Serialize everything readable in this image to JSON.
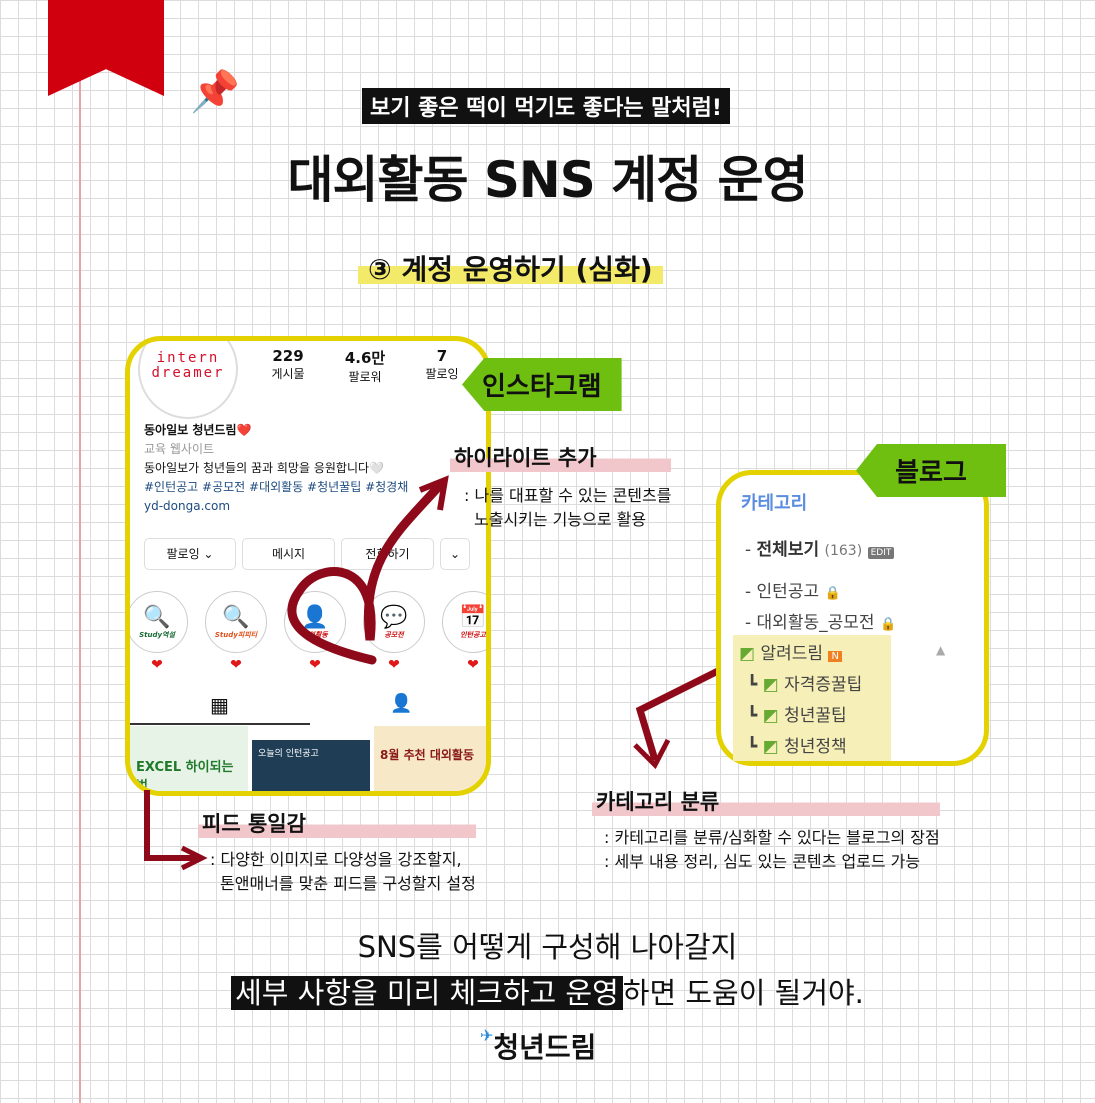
{
  "header": {
    "tagline": "보기 좋은 떡이 먹기도 좋다는 말처럼!",
    "title": "대외활동 SNS 계정 운영",
    "subtitle": "③ 계정 운영하기 (심화)"
  },
  "instagram": {
    "ribbon": "인스타그램",
    "logo_line1": "intern",
    "logo_line2": "dreamer",
    "stats": [
      {
        "value": "229",
        "label": "게시물"
      },
      {
        "value": "4.6만",
        "label": "팔로워"
      },
      {
        "value": "7",
        "label": "팔로잉"
      }
    ],
    "name": "동아일보 청년드림❤️",
    "category": "교육 웹사이트",
    "bio": "동아일보가 청년들의 꿈과 희망을 응원합니다🤍",
    "hashtags": "#인턴공고 #공모전 #대외활동 #청년꿀팁 #청경채",
    "link": "yd-donga.com",
    "buttons": {
      "following": "팔로잉 ⌄",
      "message": "메시지",
      "call": "전화하기",
      "more": "⌄"
    },
    "highlights": [
      {
        "label": "Study역설",
        "icon": "🔍"
      },
      {
        "label": "Study피피티",
        "icon": "🔍"
      },
      {
        "label": "대외활동",
        "icon": "👤"
      },
      {
        "label": "공모전",
        "icon": "💬"
      },
      {
        "label": "인턴공고",
        "icon": "📅"
      }
    ],
    "feed": [
      "EXCEL 하이되는 법",
      "오늘의 인턴공고",
      "8월 추천 대외활동"
    ]
  },
  "annotations": {
    "highlight": {
      "title": "하이라이트 추가",
      "desc1": ": 나를 대표할 수 있는 콘텐츠를",
      "desc2": "노출시키는 기능으로 활용"
    },
    "feed": {
      "title": "피드 통일감",
      "desc1": ": 다양한 이미지로 다양성을 강조할지,",
      "desc2": "톤앤매너를 맞춘 피드를 구성할지 설정"
    },
    "category": {
      "title": "카테고리 분류",
      "desc1": ": 카테고리를 분류/심화할 수 있다는 블로그의 장점",
      "desc2": ": 세부 내용 정리, 심도 있는 콘텐츠 업로드 가능"
    }
  },
  "blog": {
    "ribbon": "블로그",
    "heading": "카테고리",
    "all": "전체보기",
    "count": "(163)",
    "edit": "EDIT",
    "items": [
      "인턴공고",
      "대외활동_공모전"
    ],
    "notice": "알려드림",
    "new_badge": "N",
    "sub_items": [
      "자격증꿀팁",
      "청년꿀팁",
      "청년정책"
    ]
  },
  "footer": {
    "line1": "SNS를 어떻게 구성해 나아갈지",
    "line2_highlight": "세부 사항을 미리 체크하고 운영",
    "line2_rest": "하면 도움이 될거야.",
    "brand": "청년드림"
  },
  "colors": {
    "accent_red": "#d0000f",
    "frame_yellow": "#e3d200",
    "ribbon_green": "#6fbf10",
    "arrow": "#8e0a1a"
  }
}
